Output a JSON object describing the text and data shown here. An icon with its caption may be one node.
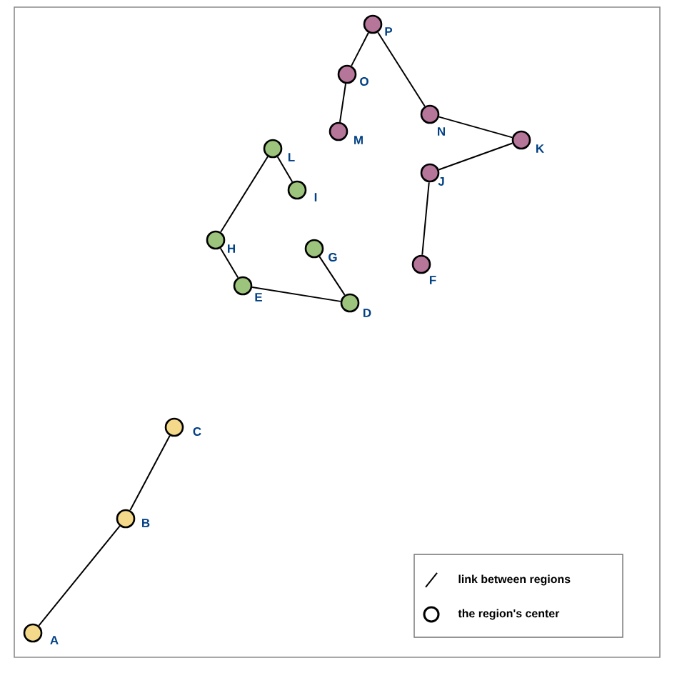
{
  "diagram": {
    "nodes": [
      {
        "text": [],
        "shape": "circle",
        "beside": [
          "A"
        ]
      },
      {
        "text": [],
        "shape": "circle",
        "beside": [
          "B"
        ]
      },
      {
        "text": [],
        "shape": "circle",
        "beside": [
          "C"
        ]
      },
      {
        "text": [],
        "shape": "circle",
        "beside": [
          "D"
        ]
      },
      {
        "text": [],
        "shape": "circle",
        "beside": [
          "E"
        ]
      },
      {
        "text": [],
        "shape": "circle",
        "beside": [
          "F"
        ]
      },
      {
        "text": [],
        "shape": "circle",
        "beside": [
          "G"
        ]
      },
      {
        "text": [],
        "shape": "circle",
        "beside": [
          "H"
        ]
      },
      {
        "text": [],
        "shape": "circle",
        "beside": [
          "I"
        ]
      },
      {
        "text": [],
        "shape": "circle",
        "beside": [
          "J"
        ]
      },
      {
        "text": [],
        "shape": "circle",
        "beside": [
          "K"
        ]
      },
      {
        "text": [],
        "shape": "circle",
        "beside": [
          "L"
        ]
      },
      {
        "text": [],
        "shape": "circle",
        "beside": [
          "M"
        ]
      },
      {
        "text": [],
        "shape": "circle",
        "beside": [
          "N"
        ]
      },
      {
        "text": [],
        "shape": "circle",
        "beside": [
          "O"
        ]
      },
      {
        "text": [],
        "shape": "circle",
        "beside": [
          "P"
        ]
      }
    ],
    "edges": [
      {
        "from": 0,
        "to": 1,
        "arrow": "none"
      },
      {
        "from": 1,
        "to": 2,
        "arrow": "none"
      },
      {
        "from": 3,
        "to": 4,
        "arrow": "none"
      },
      {
        "from": 3,
        "to": 6,
        "arrow": "none"
      },
      {
        "from": 4,
        "to": 7,
        "arrow": "none"
      },
      {
        "from": 7,
        "to": 11,
        "arrow": "none"
      },
      {
        "from": 11,
        "to": 8,
        "arrow": "none"
      },
      {
        "from": 5,
        "to": 9,
        "arrow": "none"
      },
      {
        "from": 9,
        "to": 10,
        "arrow": "none"
      },
      {
        "from": 10,
        "to": 13,
        "arrow": "none"
      },
      {
        "from": 13,
        "to": 15,
        "arrow": "none"
      },
      {
        "from": 15,
        "to": 14,
        "arrow": "none"
      },
      {
        "from": 14,
        "to": 12,
        "arrow": "none"
      }
    ],
    "legend": [
      {
        "text": "link between regions"
      },
      {
        "text": "the region's center"
      }
    ]
  }
}
